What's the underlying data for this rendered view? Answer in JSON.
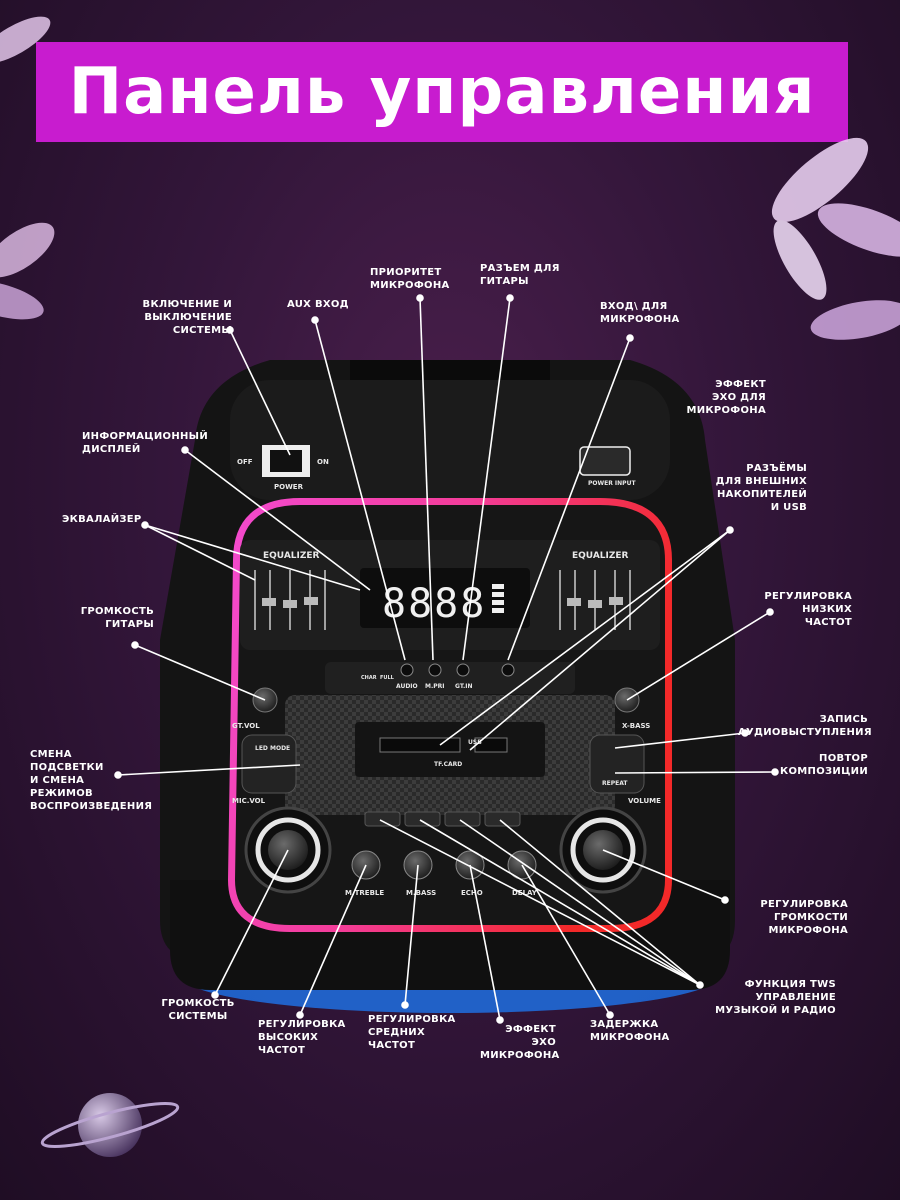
{
  "title": "Панель управления",
  "panel": {
    "power_off": "OFF",
    "power_on": "ON",
    "power": "POWER",
    "power_input": "POWER INPUT",
    "equalizer_left": "EQUALIZER",
    "equalizer_right": "EQUALIZER",
    "gt_vol": "GT.VOL",
    "x_bass": "X-BASS",
    "mic_vol": "MIC.VOL",
    "volume": "VOLUME",
    "m_treble": "M.TREBLE",
    "m_bass": "M.BASS",
    "echo": "ECHO",
    "delay": "DELAY",
    "audio": "AUDIO",
    "m_pri": "M.PRI",
    "gt_in": "GT.IN",
    "char": "CHAR",
    "full": "FULL",
    "tf_card": "TF.CARD",
    "usb": "USB",
    "led_mode": "LED MODE",
    "repeat": "REPEAT",
    "display_digits": "8888"
  },
  "labels": {
    "power": "Включение и\nвыключение\nсистемы",
    "aux": "AUX вход",
    "mic_priority": "Приоритет\nмикрофона",
    "guitar_jack": "Разъем для\nгитары",
    "mic_input": "Вход\\ для\nмикрофона",
    "mic_echo_top": "Эффект\nэхо для\nмикрофона",
    "display": "Информационный\nдисплей",
    "usb_ports": "Разъёмы\nдля внешних\nнакопителей\nи USB",
    "equalizer": "Эквалайзер",
    "bass_reg": "Регулировка\nнизких\nчастот",
    "guitar_vol": "Громкость\nгитары",
    "record": "Запись\nаудиовыступления",
    "led_mode": "Смена\nподсветки\nи смена\nрежимов\nвоспроизведения",
    "repeat": "Повтор\nкомпозиции",
    "mic_vol_reg": "Регулировка\nгромкости\nмикрофона",
    "tws": "Функция TWS\nуправление\nмузыкой и радио",
    "system_vol": "Громкость\nсистемы",
    "treble_reg": "Регулировка\nвысоких\nчастот",
    "mid_reg": "Регулировка\nсредних\nчастот",
    "echo_effect": "Эффект\nэхо\nмикрофона",
    "mic_delay": "Задержка\nмикрофона"
  }
}
